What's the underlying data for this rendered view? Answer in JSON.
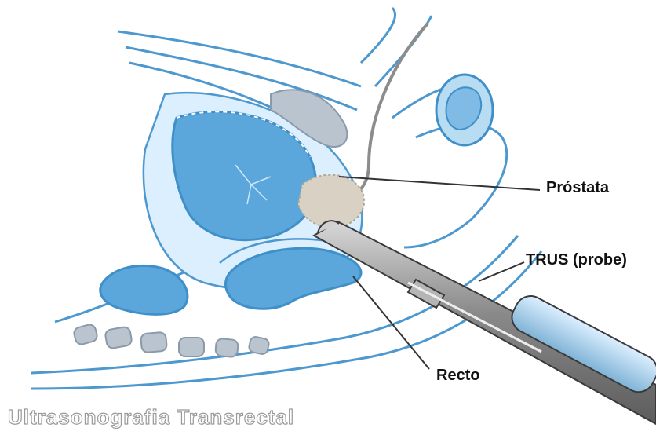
{
  "labels": {
    "prostate": "Próstata",
    "trus_probe": "TRUS (probe)",
    "rectum": "Recto"
  },
  "caption": "Ultrasonografia Transrectal",
  "colors": {
    "organ_fill_dark": "#5ba7dc",
    "organ_fill_light": "#b8dcf2",
    "tissue_outline": "#3f8fc9",
    "probe_body": "#8c8c8c",
    "probe_tip": "#8fc1de",
    "prostate_fill": "#d9d2c4",
    "seminal_vesicle_fill": "#b9c4cf",
    "leader_line": "#333333"
  }
}
